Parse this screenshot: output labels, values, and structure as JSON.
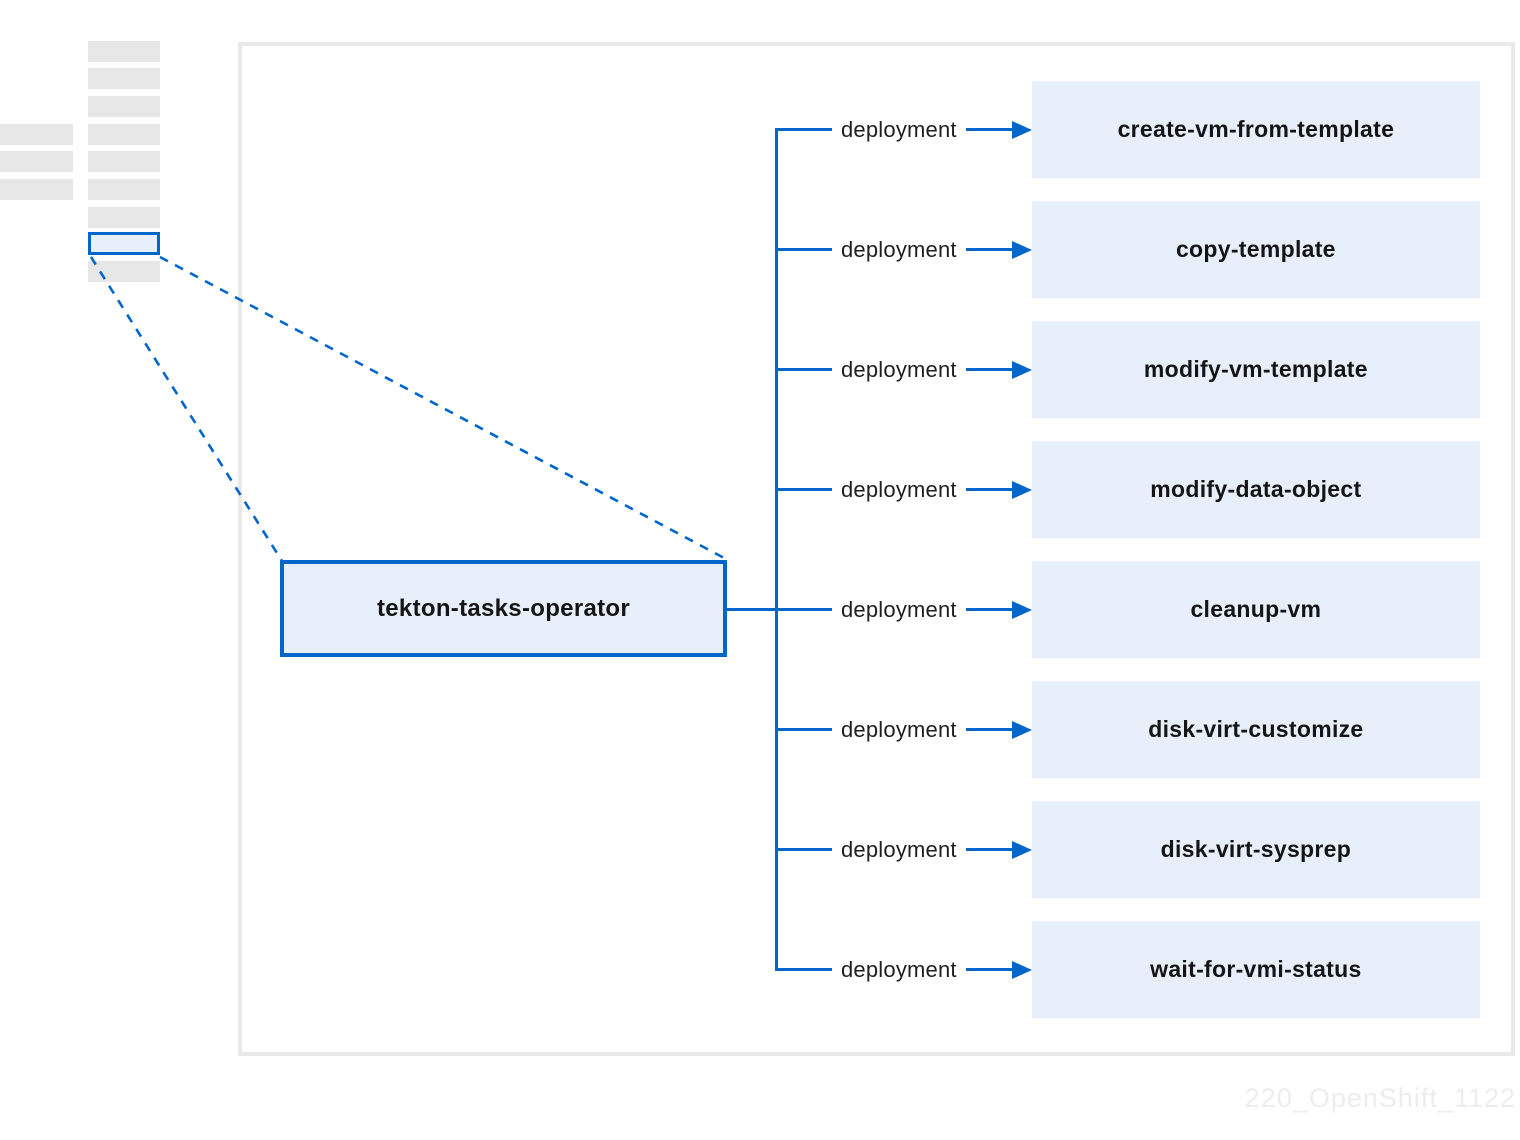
{
  "colors": {
    "accent_blue": "#0066cc",
    "box_fill": "#e7f0fa",
    "placeholder_gray": "#e7e7e7",
    "panel_border": "#e9e9e9",
    "text_dark": "#151515",
    "label_text": "#1f1f1f",
    "watermark_gray": "#ededed"
  },
  "diagram": {
    "operator": {
      "label": "tekton-tasks-operator"
    },
    "connector_label": "deployment",
    "targets": [
      "create-vm-from-template",
      "copy-template",
      "modify-vm-template",
      "modify-data-object",
      "cleanup-vm",
      "disk-virt-customize",
      "disk-virt-sysprep",
      "wait-for-vmi-status"
    ]
  },
  "watermark": "220_OpenShift_1122"
}
